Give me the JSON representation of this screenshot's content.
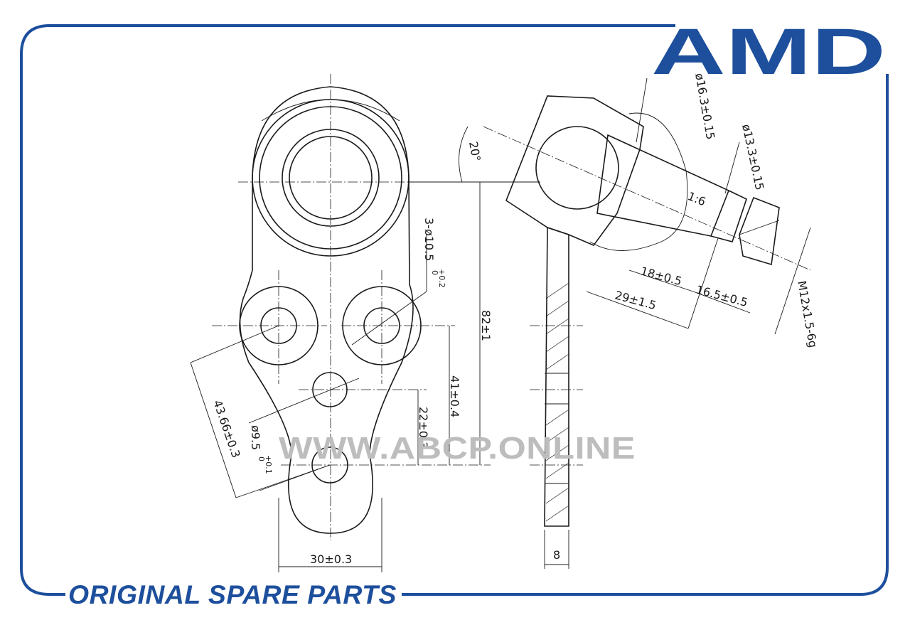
{
  "brand": {
    "logo_text": "AMD",
    "color": "#1d4f9c"
  },
  "footer": {
    "text": "ORIGINAL SPARE PARTS"
  },
  "watermark": {
    "text": "WWW.ABCP.ONLINE"
  },
  "colors": {
    "frame": "#1d4f9c",
    "line": "#1a1a1a",
    "watermark": "#bdbdbd"
  },
  "dimensions": {
    "hole_3x": "3-ø10.5",
    "hole_3x_tol_upper": "+0.2",
    "hole_3x_tol_lower": "0",
    "hole_small": "ø9.5",
    "hole_small_tol_upper": "+0.1",
    "hole_small_tol_lower": "0",
    "diag": "43.66±0.3",
    "width": "30±0.3",
    "height_22": "22±0.3",
    "height_41": "41±0.4",
    "height_82": "82±1",
    "thickness": "8",
    "angle": "20°",
    "ball_dia": "ø16.3±0.15",
    "stud_dia": "ø13.3±0.15",
    "taper": "1:6",
    "len_18": "18±0.5",
    "len_16_5": "16.5±0.5",
    "len_29": "29±1.5",
    "thread": "M12x1.5-6g"
  }
}
